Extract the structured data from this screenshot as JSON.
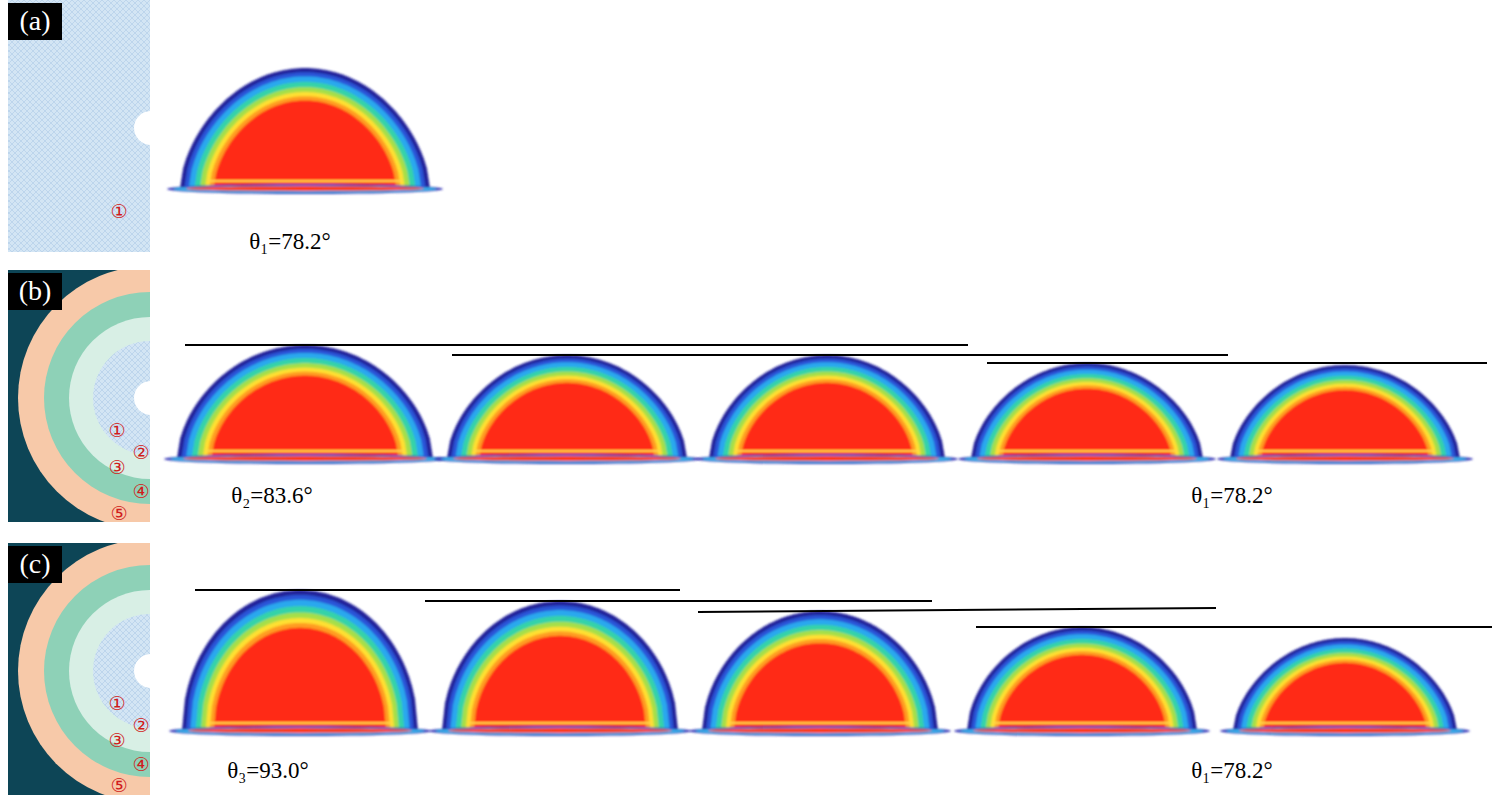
{
  "diagram": {
    "nodes": [
      {
        "text": [
          "(a)"
        ]
      },
      {
        "text": [
          "(b)"
        ]
      },
      {
        "text": [
          "(c)"
        ]
      }
    ],
    "labels": [
      "①",
      "θ₁=78.2°",
      "①",
      "②",
      "③",
      "④",
      "⑤",
      "θ₂=83.6°",
      "θ₁=78.2°",
      "①",
      "②",
      "③",
      "④",
      "⑤",
      "θ₃=93.0°",
      "θ₁=78.2°"
    ]
  }
}
